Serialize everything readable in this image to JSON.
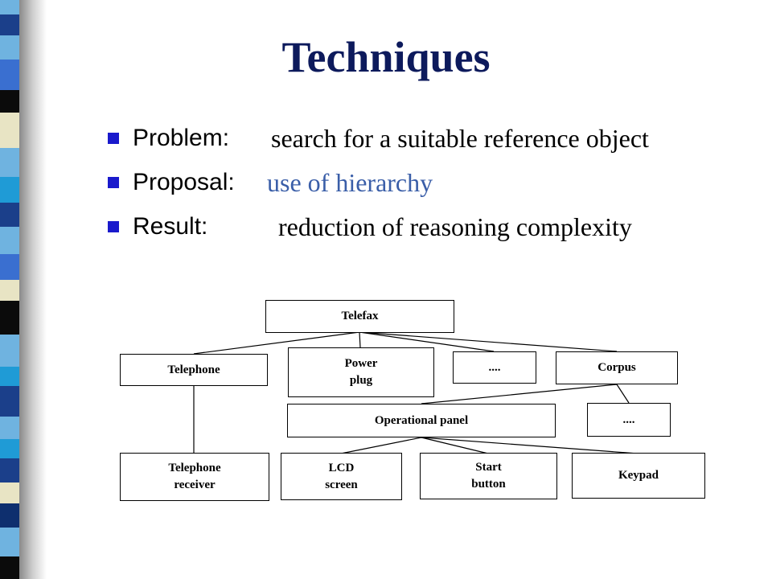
{
  "slide": {
    "title": "Techniques",
    "bullets": [
      {
        "label": "Problem:",
        "text": "search for a suitable reference object"
      },
      {
        "label": "Proposal:",
        "text": "use of hierarchy"
      },
      {
        "label": "Result:",
        "text": "reduction of reasoning complexity"
      }
    ]
  },
  "colors": {
    "title": "#0d1a5c",
    "bullet_square": "#1a1acc",
    "highlight_text": "#3a5ea8",
    "stripe": [
      "#6fb3e0",
      "#1b3f8a",
      "#0b0b0b",
      "#1f9bd6",
      "#e8e4c4",
      "#3a6fd0",
      "#0e2f6e",
      "#d8d8d8"
    ]
  },
  "diagram": {
    "nodes": {
      "telefax": "Telefax",
      "telephone": "Telephone",
      "power_plug": "Power\nplug",
      "dots1": "....",
      "corpus": "Corpus",
      "operational_panel": "Operational panel",
      "dots2": "....",
      "telephone_receiver": "Telephone\nreceiver",
      "lcd_screen": "LCD\nscreen",
      "start_button": "Start\nbutton",
      "keypad": "Keypad"
    }
  }
}
